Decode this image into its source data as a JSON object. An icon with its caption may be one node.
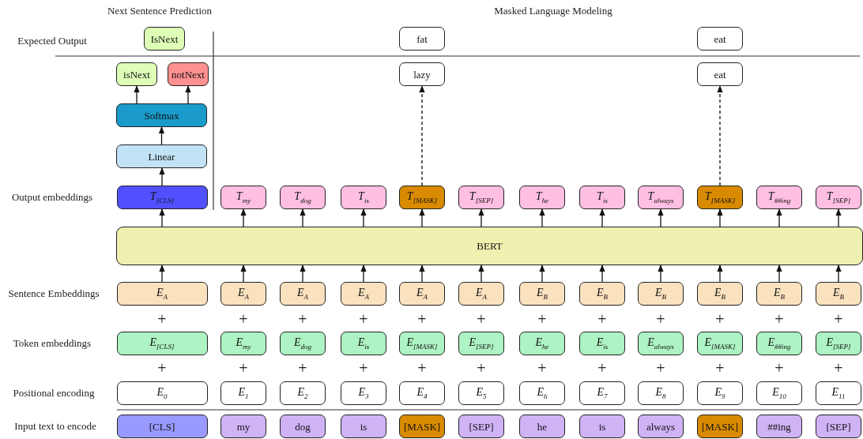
{
  "diagram": {
    "nodes": [
      {
        "text": [
          "IsNext"
        ]
      },
      {
        "text": [
          "fat"
        ]
      },
      {
        "text": [
          "eat"
        ]
      },
      {
        "text": [
          "isNext"
        ]
      },
      {
        "text": [
          "notNext"
        ]
      },
      {
        "text": [
          "lazy"
        ]
      },
      {
        "text": [
          "eat"
        ]
      },
      {
        "text": [
          "Softmax"
        ]
      },
      {
        "text": [
          "Linear"
        ]
      },
      {
        "text": [
          "T$_{[CLS]}$"
        ]
      },
      {
        "text": [
          "T$_{my}$"
        ]
      },
      {
        "text": [
          "T$_{dog}$"
        ]
      },
      {
        "text": [
          "T$_{is}$"
        ]
      },
      {
        "text": [
          "T$_{[MASK]}$"
        ]
      },
      {
        "text": [
          "T$_{[SEP]}$"
        ]
      },
      {
        "text": [
          "T$_{he}$"
        ]
      },
      {
        "text": [
          "T$_{is}$"
        ]
      },
      {
        "text": [
          "T$_{always}$"
        ]
      },
      {
        "text": [
          "T$_{[MASK]}$"
        ]
      },
      {
        "text": [
          "T$_{##ing}$"
        ]
      },
      {
        "text": [
          "T$_{[SEP]}$"
        ]
      },
      {
        "text": [
          "BERT"
        ]
      },
      {
        "text": [
          "E$_{A}$"
        ]
      },
      {
        "text": [
          "E$_{A}$"
        ]
      },
      {
        "text": [
          "E$_{A}$"
        ]
      },
      {
        "text": [
          "E$_{A}$"
        ]
      },
      {
        "text": [
          "E$_{A}$"
        ]
      },
      {
        "text": [
          "E$_{A}$"
        ]
      },
      {
        "text": [
          "E$_{B}$"
        ]
      },
      {
        "text": [
          "E$_{B}$"
        ]
      },
      {
        "text": [
          "E$_{B}$"
        ]
      },
      {
        "text": [
          "E$_{B}$"
        ]
      },
      {
        "text": [
          "E$_{B}$"
        ]
      },
      {
        "text": [
          "E$_{B}$"
        ]
      },
      {
        "text": [
          "E$_{[CLS]}$"
        ]
      },
      {
        "text": [
          "E$_{my}$"
        ]
      },
      {
        "text": [
          "E$_{dog}$"
        ]
      },
      {
        "text": [
          "E$_{is}$"
        ]
      },
      {
        "text": [
          "E$_{[MASK]}$"
        ]
      },
      {
        "text": [
          "E$_{[SEP]}$"
        ]
      },
      {
        "text": [
          "E$_{he}$"
        ]
      },
      {
        "text": [
          "E$_{is}$"
        ]
      },
      {
        "text": [
          "E$_{always}$"
        ]
      },
      {
        "text": [
          "E$_{[MASK]}$"
        ]
      },
      {
        "text": [
          "E$_{##ing}$"
        ]
      },
      {
        "text": [
          "E$_{[SEP]}$"
        ]
      },
      {
        "text": [
          "E$_{0}$"
        ]
      },
      {
        "text": [
          "E$_{1}$"
        ]
      },
      {
        "text": [
          "E$_{2}$"
        ]
      },
      {
        "text": [
          "E$_{3}$"
        ]
      },
      {
        "text": [
          "E$_{4}$"
        ]
      },
      {
        "text": [
          "E$_{5}$"
        ]
      },
      {
        "text": [
          "E$_{6}$"
        ]
      },
      {
        "text": [
          "E$_{7}$"
        ]
      },
      {
        "text": [
          "E$_{8}$"
        ]
      },
      {
        "text": [
          "E$_{9}$"
        ]
      },
      {
        "text": [
          "E$_{10}$"
        ]
      },
      {
        "text": [
          "E$_{11}$"
        ]
      },
      {
        "text": [
          "[CLS]"
        ]
      },
      {
        "text": [
          "my"
        ]
      },
      {
        "text": [
          "dog"
        ]
      },
      {
        "text": [
          "is"
        ]
      },
      {
        "text": [
          "[MASK]"
        ]
      },
      {
        "text": [
          "[SEP]"
        ]
      },
      {
        "text": [
          "he"
        ]
      },
      {
        "text": [
          "is"
        ]
      },
      {
        "text": [
          "always"
        ]
      },
      {
        "text": [
          "[MASK]"
        ]
      },
      {
        "text": [
          "##ing"
        ]
      },
      {
        "text": [
          "[SEP]"
        ]
      }
    ],
    "edges": [
      {
        "from": 9,
        "to": 8,
        "arrow": "to"
      },
      {
        "from": 8,
        "to": 7,
        "arrow": "to"
      },
      {
        "from": 7,
        "to": 3,
        "arrow": "to"
      },
      {
        "from": 7,
        "to": 4,
        "arrow": "to"
      },
      {
        "from": 13,
        "to": 5,
        "arrow": "to",
        "style": "dashed"
      },
      {
        "from": 18,
        "to": 6,
        "arrow": "to",
        "style": "dashed"
      },
      {
        "from": 21,
        "to": 9,
        "arrow": "to"
      },
      {
        "from": 21,
        "to": 10,
        "arrow": "to"
      },
      {
        "from": 21,
        "to": 11,
        "arrow": "to"
      },
      {
        "from": 21,
        "to": 12,
        "arrow": "to"
      },
      {
        "from": 21,
        "to": 13,
        "arrow": "to"
      },
      {
        "from": 21,
        "to": 14,
        "arrow": "to"
      },
      {
        "from": 21,
        "to": 15,
        "arrow": "to"
      },
      {
        "from": 21,
        "to": 16,
        "arrow": "to"
      },
      {
        "from": 21,
        "to": 17,
        "arrow": "to"
      },
      {
        "from": 21,
        "to": 18,
        "arrow": "to"
      },
      {
        "from": 21,
        "to": 19,
        "arrow": "to"
      },
      {
        "from": 21,
        "to": 20,
        "arrow": "to"
      },
      {
        "from": 22,
        "to": 21,
        "arrow": "to"
      },
      {
        "from": 23,
        "to": 21,
        "arrow": "to"
      },
      {
        "from": 24,
        "to": 21,
        "arrow": "to"
      },
      {
        "from": 25,
        "to": 21,
        "arrow": "to"
      },
      {
        "from": 26,
        "to": 21,
        "arrow": "to"
      },
      {
        "from": 27,
        "to": 21,
        "arrow": "to"
      },
      {
        "from": 28,
        "to": 21,
        "arrow": "to"
      },
      {
        "from": 29,
        "to": 21,
        "arrow": "to"
      },
      {
        "from": 30,
        "to": 21,
        "arrow": "to"
      },
      {
        "from": 31,
        "to": 21,
        "arrow": "to"
      },
      {
        "from": 32,
        "to": 21,
        "arrow": "to"
      },
      {
        "from": 33,
        "to": 21,
        "arrow": "to"
      }
    ],
    "labels": [
      "Next Sentence Prediction",
      "Masked Language Modeling",
      "Expected Output",
      "Output embeddings",
      "Sentence Embeddings",
      "+",
      "+",
      "+",
      "+",
      "+",
      "+",
      "+",
      "+",
      "+",
      "+",
      "+",
      "+",
      "Token embeddings",
      "+",
      "+",
      "+",
      "+",
      "+",
      "+",
      "+",
      "+",
      "+",
      "+",
      "+",
      "+",
      "Positional encoding",
      "Input text to encode"
    ]
  }
}
